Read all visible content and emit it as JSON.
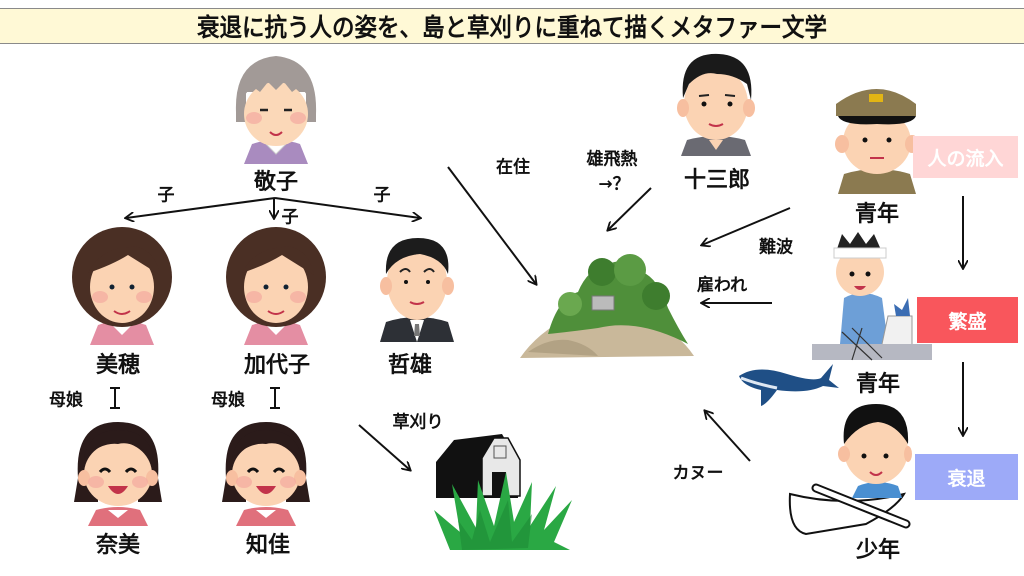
{
  "title": "衰退に抗う人の姿を、島と草刈りに重ねて描くメタファー文学",
  "characters": {
    "keiko": {
      "name": "敬子",
      "icon": "elderly-woman-icon"
    },
    "miho": {
      "name": "美穂",
      "icon": "middle-aged-woman-icon"
    },
    "kayoko": {
      "name": "加代子",
      "icon": "middle-aged-woman-icon"
    },
    "tetsuo": {
      "name": "哲雄",
      "icon": "businessman-icon"
    },
    "nami": {
      "name": "奈美",
      "icon": "girl-icon"
    },
    "chika": {
      "name": "知佳",
      "icon": "girl-icon"
    },
    "jusaburo": {
      "name": "十三郎",
      "icon": "man-icon"
    },
    "youth_soldier": {
      "name": "青年",
      "icon": "soldier-icon"
    },
    "youth_fisherman": {
      "name": "青年",
      "icon": "fisherman-icon"
    },
    "boy": {
      "name": "少年",
      "icon": "boy-canoe-icon"
    }
  },
  "relations": {
    "child_left": "子",
    "child_center": "子",
    "child_right": "子",
    "mother_daughter_1": "母娘",
    "mother_daughter_2": "母娘",
    "mower": "草刈り",
    "residence": "在住",
    "ambition": "雄飛熱",
    "ambition_result": "→？",
    "shipwreck": "難波",
    "hired": "雇われ",
    "canoe": "カヌー"
  },
  "icons": {
    "island": "island-icon",
    "barn": "barn-icon",
    "grass": "grass-icon",
    "whale": "whale-icon"
  },
  "timeline": {
    "tags": [
      {
        "label": "人の流入",
        "color": "#ffd6d6"
      },
      {
        "label": "繁盛",
        "color": "#f9565c"
      },
      {
        "label": "衰退",
        "color": "#9daaf8"
      }
    ]
  }
}
